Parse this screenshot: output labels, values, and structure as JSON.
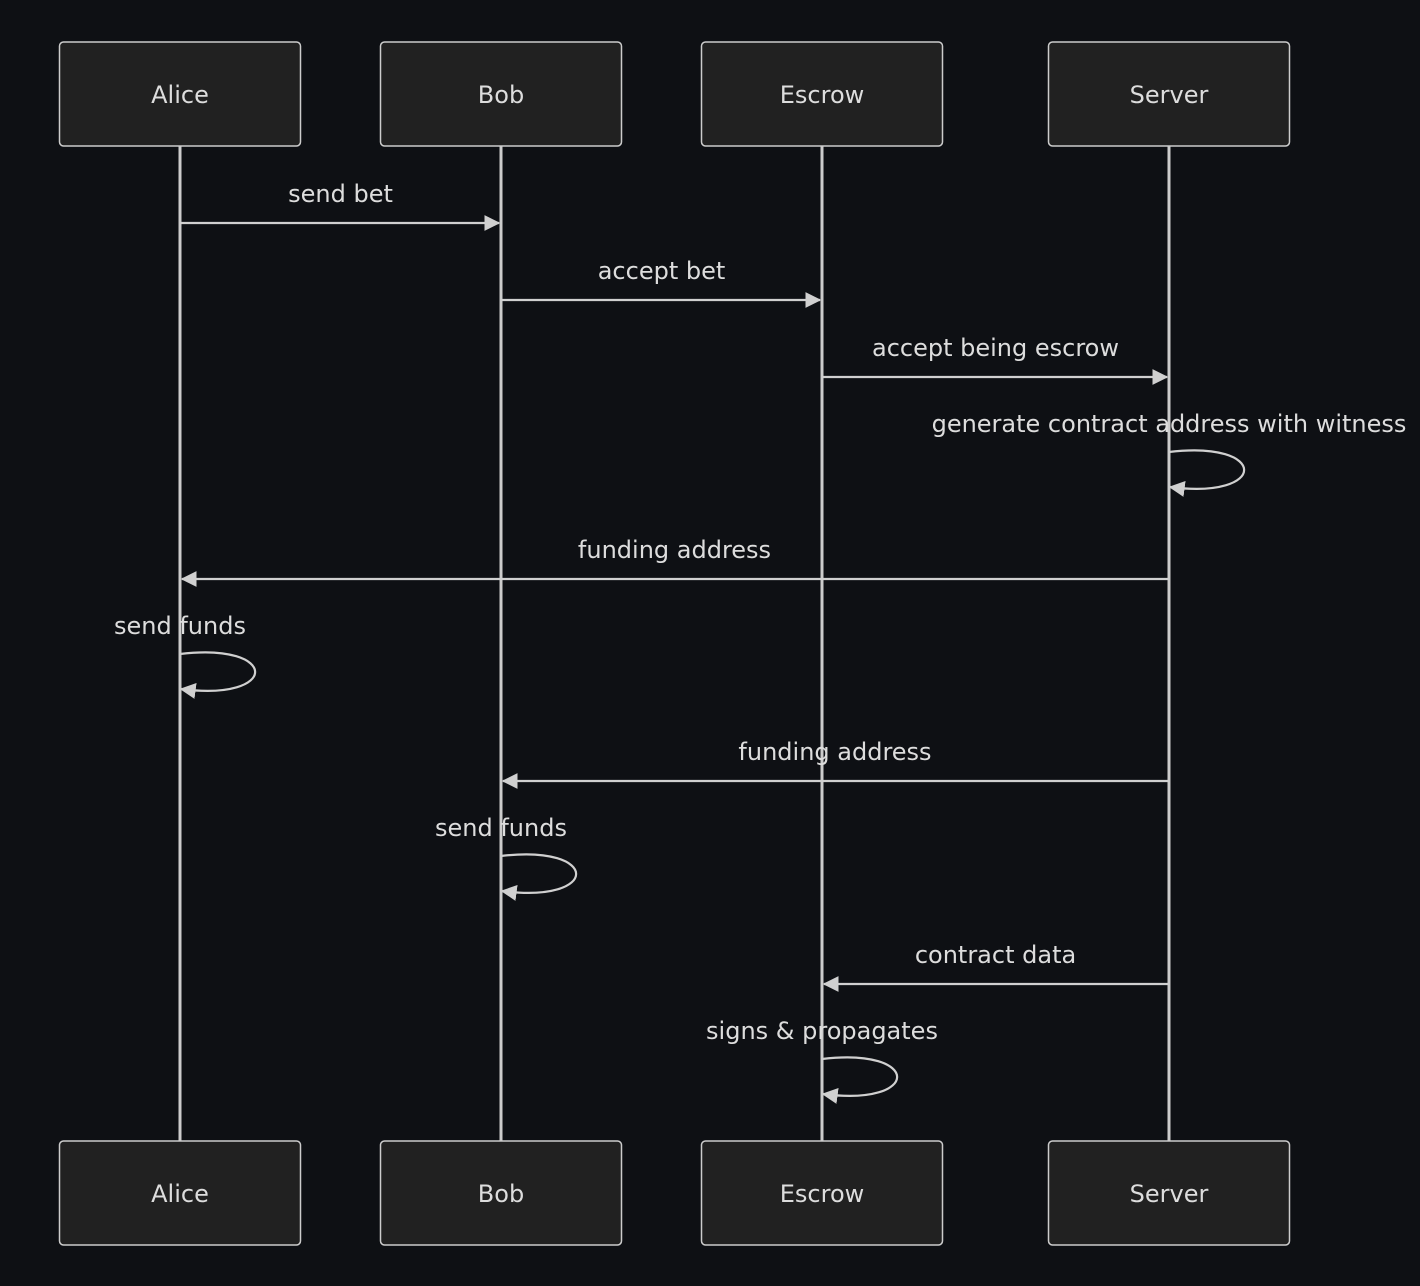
{
  "diagram": {
    "type": "sequence",
    "colors": {
      "background": "#0e1014",
      "actor_fill": "#212121",
      "actor_border": "#cccccc",
      "text": "#dddddd",
      "line": "#d0d0d0"
    },
    "actors": [
      {
        "id": "alice",
        "label": "Alice"
      },
      {
        "id": "bob",
        "label": "Bob"
      },
      {
        "id": "escrow",
        "label": "Escrow"
      },
      {
        "id": "server",
        "label": "Server"
      }
    ],
    "messages": [
      {
        "from": "alice",
        "to": "bob",
        "label": "send bet"
      },
      {
        "from": "bob",
        "to": "escrow",
        "label": "accept bet"
      },
      {
        "from": "escrow",
        "to": "server",
        "label": "accept being escrow"
      },
      {
        "from": "server",
        "to": "server",
        "label": "generate contract address with witness"
      },
      {
        "from": "server",
        "to": "alice",
        "label": "funding address"
      },
      {
        "from": "alice",
        "to": "alice",
        "label": "send funds"
      },
      {
        "from": "server",
        "to": "bob",
        "label": "funding address"
      },
      {
        "from": "bob",
        "to": "bob",
        "label": "send funds"
      },
      {
        "from": "server",
        "to": "escrow",
        "label": "contract data"
      },
      {
        "from": "escrow",
        "to": "escrow",
        "label": "signs & propagates"
      }
    ]
  }
}
